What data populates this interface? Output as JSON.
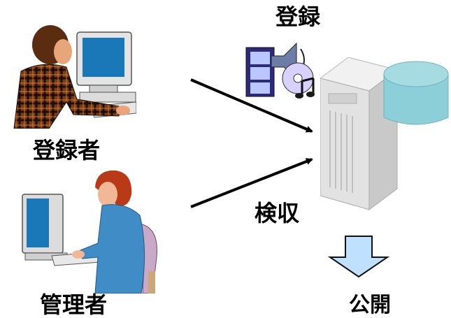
{
  "labels": {
    "registration": "登録",
    "registrant": "登録者",
    "inspection": "検収",
    "administrator": "管理者",
    "publish": "公開"
  },
  "colors": {
    "monitor_screen": "#1a78b8",
    "registrant_shirt": "#7a3b12",
    "admin_sweater": "#3f8cc6",
    "admin_hair": "#b83a16",
    "server_body": "#e2e2e2",
    "database_cylinder": "#8ccfd8",
    "down_arrow": "#bfe0ff"
  },
  "icons": [
    "registrant-computer-icon",
    "administrator-computer-icon",
    "media-icon",
    "server-icon",
    "database-icon",
    "down-arrow-icon"
  ]
}
